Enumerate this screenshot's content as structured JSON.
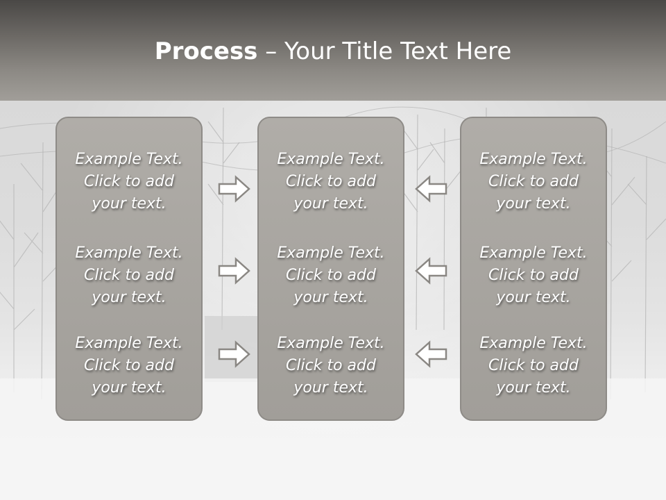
{
  "title": {
    "bold": "Process",
    "rest": " – Your Title Text Here"
  },
  "columns": [
    {
      "cells": [
        {
          "line1": "Example Text.",
          "line2": "Click  to add",
          "line3": "your text."
        },
        {
          "line1": "Example Text.",
          "line2": "Click  to add",
          "line3": "your text."
        },
        {
          "line1": "Example Text.",
          "line2": "Click  to add",
          "line3": "your text."
        }
      ]
    },
    {
      "cells": [
        {
          "line1": "Example Text.",
          "line2": "Click  to add",
          "line3": "your text."
        },
        {
          "line1": "Example Text.",
          "line2": "Click  to add",
          "line3": "your text."
        },
        {
          "line1": "Example Text.",
          "line2": "Click  to add",
          "line3": "your text."
        }
      ]
    },
    {
      "cells": [
        {
          "line1": "Example Text.",
          "line2": "Click  to add",
          "line3": "your text."
        },
        {
          "line1": "Example Text.",
          "line2": "Click  to add",
          "line3": "your text."
        },
        {
          "line1": "Example Text.",
          "line2": "Click  to add",
          "line3": "your text."
        }
      ]
    }
  ],
  "arrows": {
    "left_group": "arrow-right-icon",
    "right_group": "arrow-left-icon"
  },
  "colors": {
    "title_bar": "#6b6864",
    "box_fill": "#a8a5a0",
    "box_border": "#8e8b87",
    "text": "#ffffff"
  }
}
